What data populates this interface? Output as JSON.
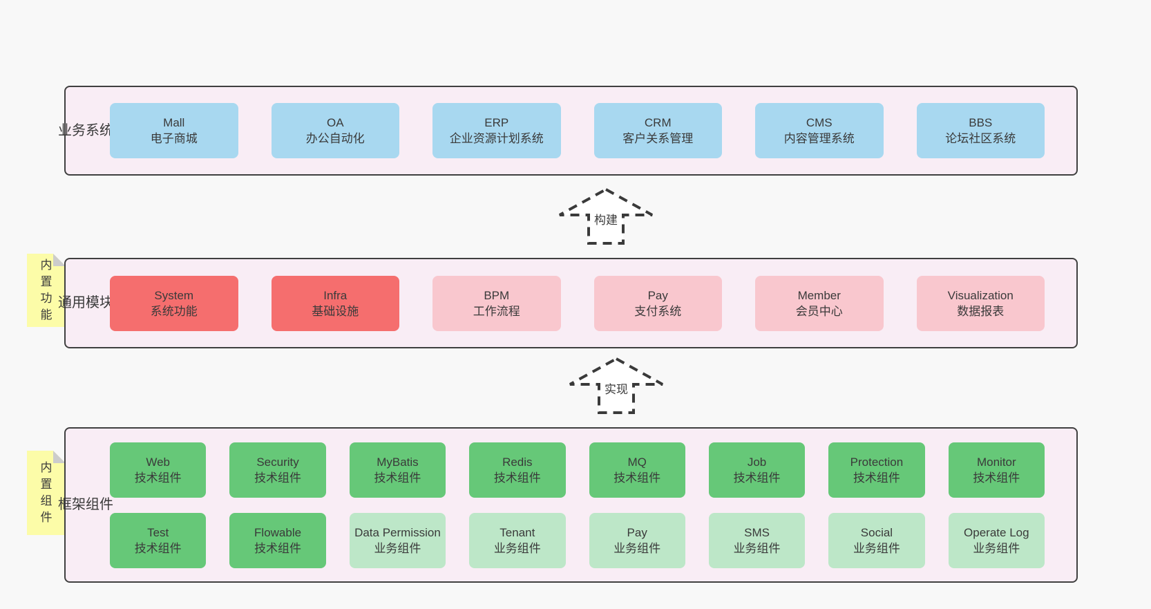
{
  "colors": {
    "page_bg": "#f8f8f8",
    "band_fill": "#f9edf5",
    "band_border": "#3f3f3f",
    "sticky_fill": "#fcfca8",
    "sticky_fold": "#cccccc",
    "arrow_stroke": "#3a3a3a",
    "text": "#3a3a3a",
    "box_types": {
      "blue": "#a8d8f0",
      "red": "#f56e6e",
      "pink": "#f9c7ce",
      "green": "#66c878",
      "lightgreen": "#bde7c8"
    }
  },
  "arrows": [
    {
      "label": "构建"
    },
    {
      "label": "实现"
    }
  ],
  "bands": [
    {
      "id": "business-systems",
      "label": "业务系统",
      "sticky": null,
      "rows": [
        [
          {
            "name": "Mall",
            "sub": "电子商城",
            "type": "blue"
          },
          {
            "name": "OA",
            "sub": "办公自动化",
            "type": "blue"
          },
          {
            "name": "ERP",
            "sub": "企业资源计划系统",
            "type": "blue"
          },
          {
            "name": "CRM",
            "sub": "客户关系管理",
            "type": "blue"
          },
          {
            "name": "CMS",
            "sub": "内容管理系统",
            "type": "blue"
          },
          {
            "name": "BBS",
            "sub": "论坛社区系统",
            "type": "blue"
          }
        ]
      ]
    },
    {
      "id": "common-modules",
      "label": "通用模块",
      "sticky": "内置功能",
      "rows": [
        [
          {
            "name": "System",
            "sub": "系统功能",
            "type": "red"
          },
          {
            "name": "Infra",
            "sub": "基础设施",
            "type": "red"
          },
          {
            "name": "BPM",
            "sub": "工作流程",
            "type": "pink"
          },
          {
            "name": "Pay",
            "sub": "支付系统",
            "type": "pink"
          },
          {
            "name": "Member",
            "sub": "会员中心",
            "type": "pink"
          },
          {
            "name": "Visualization",
            "sub": "数据报表",
            "type": "pink"
          }
        ]
      ]
    },
    {
      "id": "framework-components",
      "label": "框架组件",
      "sticky": "内置组件",
      "rows": [
        [
          {
            "name": "Web",
            "sub": "技术组件",
            "type": "green"
          },
          {
            "name": "Security",
            "sub": "技术组件",
            "type": "green"
          },
          {
            "name": "MyBatis",
            "sub": "技术组件",
            "type": "green"
          },
          {
            "name": "Redis",
            "sub": "技术组件",
            "type": "green"
          },
          {
            "name": "MQ",
            "sub": "技术组件",
            "type": "green"
          },
          {
            "name": "Job",
            "sub": "技术组件",
            "type": "green"
          },
          {
            "name": "Protection",
            "sub": "技术组件",
            "type": "green"
          },
          {
            "name": "Monitor",
            "sub": "技术组件",
            "type": "green"
          }
        ],
        [
          {
            "name": "Test",
            "sub": "技术组件",
            "type": "green"
          },
          {
            "name": "Flowable",
            "sub": "技术组件",
            "type": "green"
          },
          {
            "name": "Data Permission",
            "sub": "业务组件",
            "type": "lightgreen"
          },
          {
            "name": "Tenant",
            "sub": "业务组件",
            "type": "lightgreen"
          },
          {
            "name": "Pay",
            "sub": "业务组件",
            "type": "lightgreen"
          },
          {
            "name": "SMS",
            "sub": "业务组件",
            "type": "lightgreen"
          },
          {
            "name": "Social",
            "sub": "业务组件",
            "type": "lightgreen"
          },
          {
            "name": "Operate Log",
            "sub": "业务组件",
            "type": "lightgreen"
          }
        ]
      ]
    }
  ]
}
